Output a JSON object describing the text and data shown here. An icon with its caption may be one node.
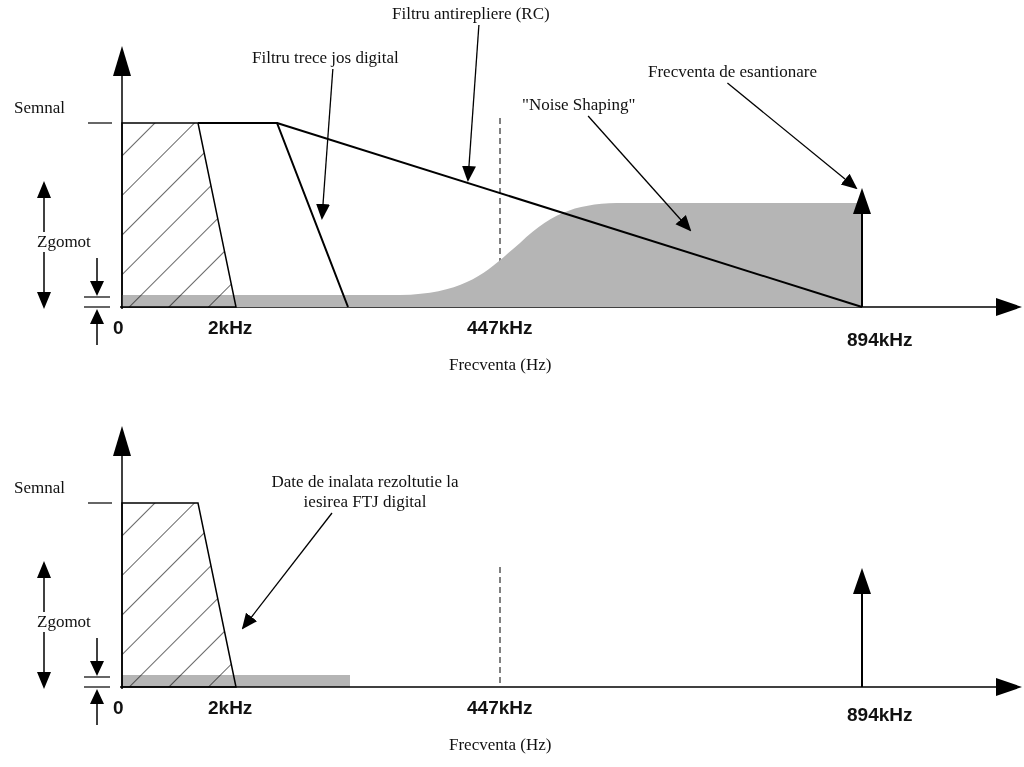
{
  "diagram": {
    "nodes": [
      {
        "text": [
          "Filtru antirepliere (RC)"
        ]
      },
      {
        "text": [
          "Filtru trece jos digital"
        ]
      },
      {
        "text": [
          "Frecventa de esantionare"
        ]
      },
      {
        "text": [
          "\"Noise Shaping\""
        ]
      },
      {
        "text": [
          "Date de inalata rezoltutie la iesirea FTJ digital"
        ]
      },
      {
        "text": [],
        "shape": "line"
      },
      {
        "text": [],
        "shape": "line"
      },
      {
        "text": [],
        "shape": "arrow"
      },
      {
        "text": [],
        "shape": "area"
      },
      {
        "text": [],
        "shape": "box"
      },
      {
        "text": [],
        "shape": "box"
      },
      {
        "text": [],
        "shape": "arrow"
      }
    ],
    "edges": [
      {
        "from": 0,
        "to": 5,
        "arrow": "to"
      },
      {
        "from": 1,
        "to": 6,
        "arrow": "to"
      },
      {
        "from": 2,
        "to": 7,
        "arrow": "to"
      },
      {
        "from": 3,
        "to": 8,
        "arrow": "to"
      },
      {
        "from": 4,
        "to": 10,
        "arrow": "to"
      }
    ],
    "labels": [
      "Semnal",
      "Zgomot",
      "0",
      "2kHz",
      "447kHz",
      "894kHz",
      "Frecventa (Hz)",
      "Semnal",
      "Zgomot",
      "0",
      "2kHz",
      "447kHz",
      "894kHz",
      "Frecventa (Hz)"
    ]
  }
}
